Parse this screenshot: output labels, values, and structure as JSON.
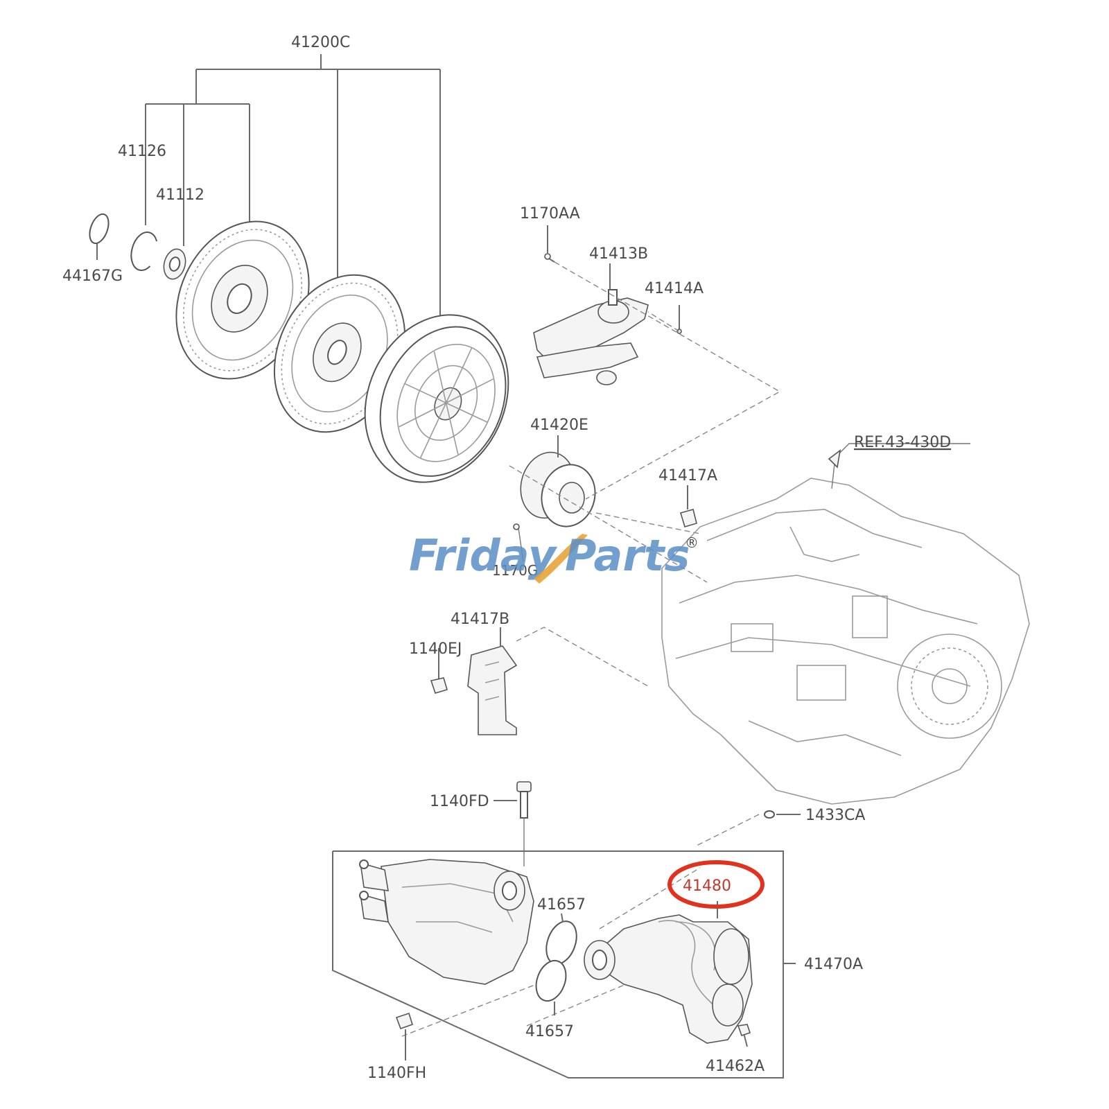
{
  "watermark": {
    "word1": "Friday",
    "word2": "Parts",
    "mark": "®",
    "blue": "#5b8fc7",
    "orange": "#e8a33a"
  },
  "highlight": {
    "label": "41480",
    "color": "#e0321c"
  },
  "labels": {
    "l_41200C": "41200C",
    "l_41126": "41126",
    "l_41112": "41112",
    "l_44167G": "44167G",
    "l_1170AA": "1170AA",
    "l_41413B": "41413B",
    "l_41414A": "41414A",
    "l_41420E": "41420E",
    "l_ref": "REF.43-430D",
    "l_41417A": "41417A",
    "l_1170G": "1170G",
    "l_41417B": "41417B",
    "l_1140EJ": "1140EJ",
    "l_1140FD": "1140FD",
    "l_1433CA": "1433CA",
    "l_41657a": "41657",
    "l_41657b": "41657",
    "l_41470A": "41470A",
    "l_1140FH": "1140FH",
    "l_41462A": "41462A"
  },
  "icons": {
    "disc": "clutch-disc-icon",
    "cover": "pressure-plate-icon",
    "bearing": "release-bearing-icon",
    "fork": "release-fork-icon",
    "transmission": "transmission-housing-icon",
    "actuator": "clutch-actuator-icon"
  }
}
